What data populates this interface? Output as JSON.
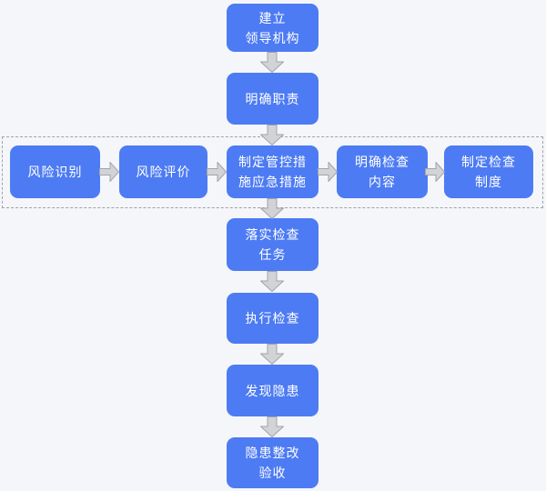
{
  "diagram": {
    "type": "flowchart",
    "language": "zh-CN",
    "colors": {
      "page_background": "#F4F6FA",
      "node_fill": "#4D7BF3",
      "node_text": "#FFFFFF",
      "arrow_fill": "#D2D3D7",
      "arrow_stroke": "#A3A4A9",
      "dashed_border": "#9FA2A8"
    },
    "nodes": {
      "establish_leadership": "建立\n领导机构",
      "clarify_duties": "明确职责",
      "risk_identification": "风险识别",
      "risk_evaluation": "风险评价",
      "control_emergency_measures": "制定管控措\n施应急措施",
      "clarify_inspection_content": "明确检查\n内容",
      "establish_inspection_system": "制定检查\n制度",
      "implement_inspection_tasks": "落实检查\n任务",
      "execute_inspection": "执行检查",
      "discover_hazards": "发现隐患",
      "hazard_rectification_acceptance": "隐患整改\n验收"
    },
    "flows": {
      "vertical_sequence": [
        "建立领导机构",
        "明确职责",
        "制定管控措施应急措施",
        "落实检查任务",
        "执行检查",
        "发现隐患",
        "隐患整改验收"
      ],
      "horizontal_sequence": [
        "风险识别",
        "风险评价",
        "制定管控措施应急措施",
        "明确检查内容",
        "制定检查制度"
      ]
    }
  }
}
